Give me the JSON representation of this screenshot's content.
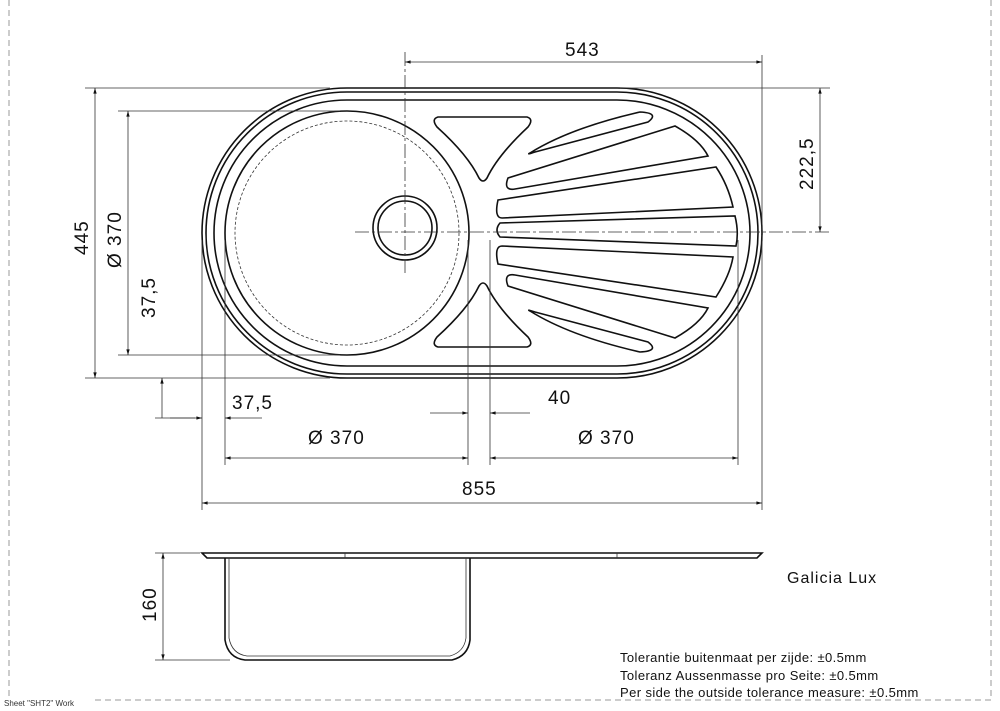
{
  "drawing": {
    "product_name": "Galicia Lux",
    "sheet_label": "Sheet \"SHT2\" Work",
    "dimensions": {
      "drainer_width": "543",
      "half_height": "222,5",
      "total_height": "445",
      "bowl_diameter_vertical": "Ø 370",
      "bottom_margin": "37,5",
      "left_margin": "37,5",
      "bowl_diameter": "Ø 370",
      "gap": "40",
      "drainer_diameter": "Ø 370",
      "total_width": "855",
      "depth": "160"
    },
    "tolerances": [
      "Tolerantie buitenmaat per zijde: ±0.5mm",
      "Toleranz Aussenmasse pro Seite: ±0.5mm",
      "Per side the outside tolerance measure: ±0.5mm"
    ]
  }
}
